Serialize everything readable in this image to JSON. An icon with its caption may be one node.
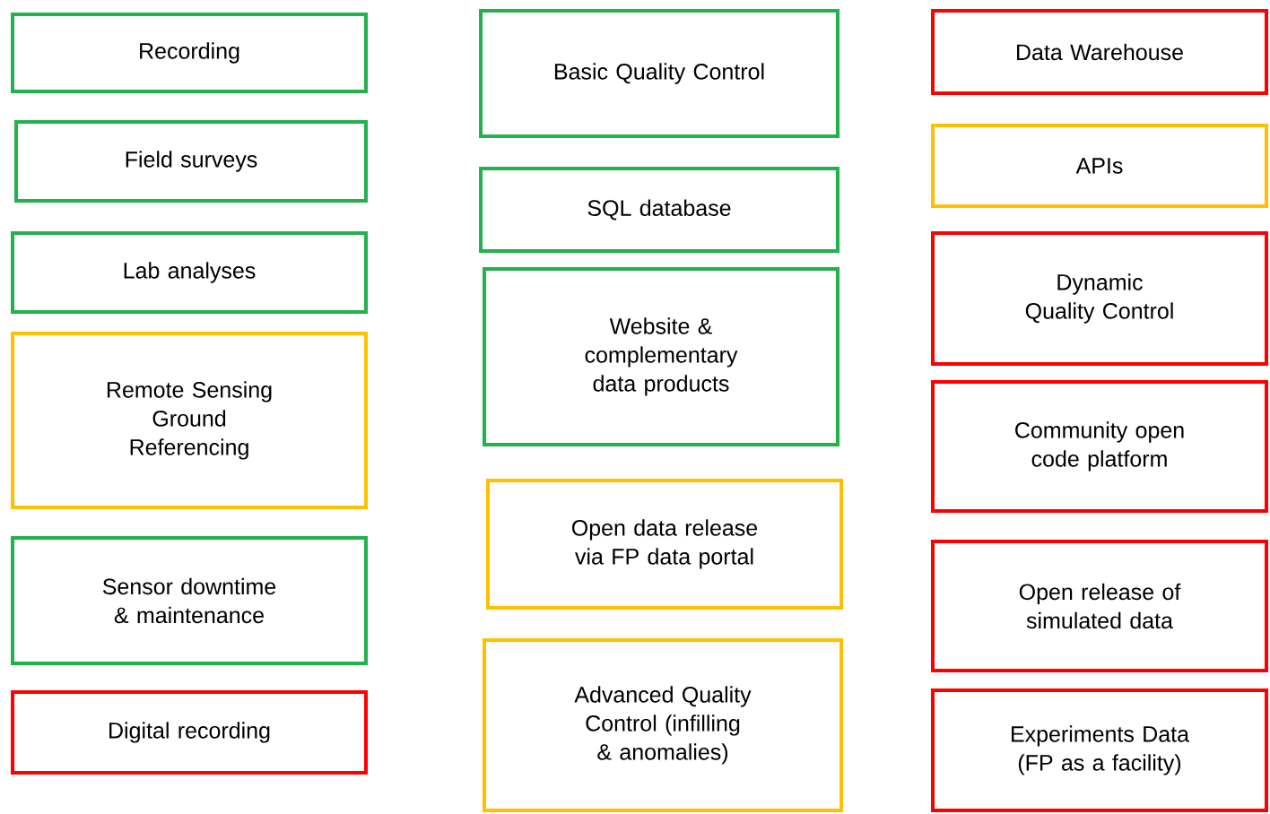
{
  "diagram": {
    "nodes": [
      {
        "text": [
          "Recording"
        ]
      },
      {
        "text": [
          "Field surveys"
        ]
      },
      {
        "text": [
          "Lab analyses"
        ]
      },
      {
        "text": [
          "Remote Sensing Ground Referencing"
        ]
      },
      {
        "text": [
          "Sensor downtime & maintenance"
        ]
      },
      {
        "text": [
          "Digital recording"
        ]
      },
      {
        "text": [
          "Basic Quality Control"
        ]
      },
      {
        "text": [
          "SQL database"
        ]
      },
      {
        "text": [
          "Website & complementary data products"
        ]
      },
      {
        "text": [
          "Open data release via FP data portal"
        ]
      },
      {
        "text": [
          "Advanced Quality Control (infilling & anomalies)"
        ]
      },
      {
        "text": [
          "Data Warehouse"
        ]
      },
      {
        "text": [
          "APIs"
        ]
      },
      {
        "text": [
          "Dynamic Quality Control"
        ]
      },
      {
        "text": [
          "Community open code platform"
        ]
      },
      {
        "text": [
          "Open release of simulated data"
        ]
      },
      {
        "text": [
          "Experiments Data (FP as a facility)"
        ]
      }
    ]
  }
}
